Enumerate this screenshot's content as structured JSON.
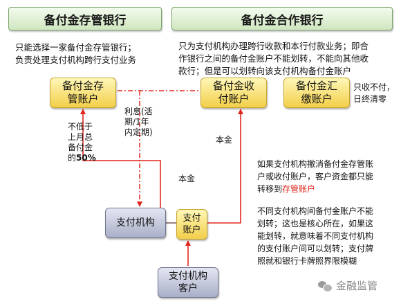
{
  "custody_bank": {
    "title": "备付金存管银行"
  },
  "partner_bank": {
    "title": "备付金合作银行"
  },
  "custody_desc": {
    "line1": "只能选择一家备付金存管银行；",
    "line2": "负责处理支付机构跨行支付业务"
  },
  "partner_desc": {
    "line1": "只为支付机构办理跨行收款和本行付款业务；即合",
    "line2": "作银行之间的备付金账户不能划转，不能向其他收",
    "line3": "款行；但是可以划转向该支付机构备付金账户"
  },
  "nodes": {
    "custody_account": {
      "line1": "备付金存",
      "line2": "管账户"
    },
    "collection_account": {
      "line1": "备付金收",
      "line2": "付账户"
    },
    "remit_account": {
      "line1": "备付金汇",
      "line2": "缴账户"
    },
    "payment_institution": {
      "label": "支付机构"
    },
    "payment_account": {
      "line1": "支付",
      "line2": "账户"
    },
    "customer": {
      "line1": "支付机构",
      "line2": "客户"
    }
  },
  "remit_note": {
    "line1": "只收不付，",
    "line2": "日终清零"
  },
  "labels": {
    "min_balance": {
      "line1": "不低于",
      "line2": "上月总",
      "line3": "备付金",
      "line4_prefix": "的",
      "line4_highlight": "50%"
    },
    "interest": {
      "line1": "利息(活",
      "line2": "期/1年",
      "line3": "内定期)"
    },
    "principal_1": "本金",
    "principal_2": "本金"
  },
  "revoke_note": {
    "line1": "如果支付机构撤消备付金存管账",
    "line2": "户或收付账户，客户资金都只能",
    "line3_prefix": "转移到",
    "line3_highlight": "存管账户"
  },
  "transfer_note": {
    "line1": "不同支付机构间备付金账户不能",
    "line2": "划转；这也是核心所在，如果这",
    "line3": "能划转，就意味着不同支付机构",
    "line4": "的支付账户间可以划转；支付牌",
    "line5": "照就和银行卡牌照界限模糊"
  },
  "watermark": {
    "text": "金融监管"
  },
  "colors": {
    "arrow": "#e0261c",
    "gold": "#f2cf4a",
    "slate": "#a9afc8",
    "banner": "#cfe6bf"
  }
}
